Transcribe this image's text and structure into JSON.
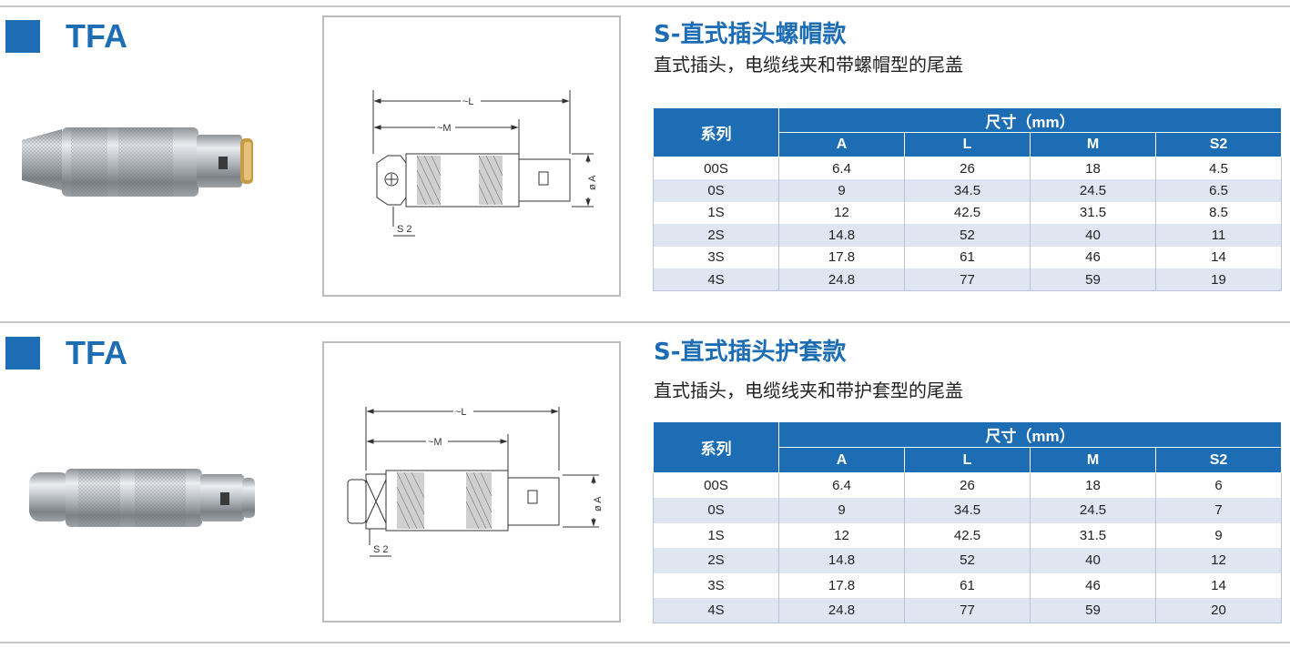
{
  "sections": [
    {
      "model": "TFA",
      "title": "S-直式插头螺帽款",
      "subtitle": "直式插头，电缆线夹和带螺帽型的尾盖",
      "drawing_labels": {
        "l": "~L",
        "m": "~M",
        "a": "ø A",
        "s2": "S 2"
      },
      "table": {
        "series_header": "系列",
        "group_header": "尺寸（mm）",
        "columns": [
          "A",
          "L",
          "M",
          "S2"
        ],
        "rows": [
          [
            "00S",
            "6.4",
            "26",
            "18",
            "4.5"
          ],
          [
            "0S",
            "9",
            "34.5",
            "24.5",
            "6.5"
          ],
          [
            "1S",
            "12",
            "42.5",
            "31.5",
            "8.5"
          ],
          [
            "2S",
            "14.8",
            "52",
            "40",
            "11"
          ],
          [
            "3S",
            "17.8",
            "61",
            "46",
            "14"
          ],
          [
            "4S",
            "24.8",
            "77",
            "59",
            "19"
          ]
        ]
      }
    },
    {
      "model": "TFA",
      "title": "S-直式插头护套款",
      "subtitle": "直式插头，电缆线夹和带护套型的尾盖",
      "drawing_labels": {
        "l": "~L",
        "m": "~M",
        "a": "ø A",
        "s2": "S 2"
      },
      "table": {
        "series_header": "系列",
        "group_header": "尺寸（mm）",
        "columns": [
          "A",
          "L",
          "M",
          "S2"
        ],
        "rows": [
          [
            "00S",
            "6.4",
            "26",
            "18",
            "6"
          ],
          [
            "0S",
            "9",
            "34.5",
            "24.5",
            "7"
          ],
          [
            "1S",
            "12",
            "42.5",
            "31.5",
            "9"
          ],
          [
            "2S",
            "14.8",
            "52",
            "40",
            "12"
          ],
          [
            "3S",
            "17.8",
            "61",
            "46",
            "14"
          ],
          [
            "4S",
            "24.8",
            "77",
            "59",
            "20"
          ]
        ]
      }
    }
  ],
  "colors": {
    "accent": "#1d6db5",
    "row_alt": "#dfe6f2",
    "rule": "#c8c8c8"
  }
}
